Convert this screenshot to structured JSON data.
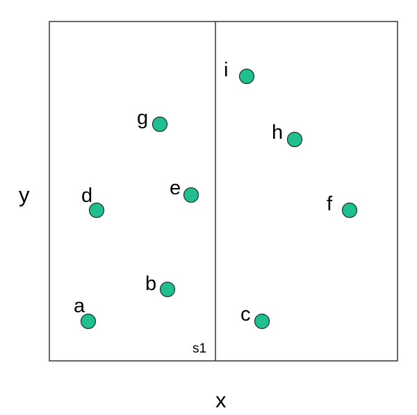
{
  "diagram": {
    "x_axis_label": "x",
    "y_axis_label": "y",
    "split_label": "s1",
    "point_color": "#1fbf8f",
    "points": [
      {
        "label": "a"
      },
      {
        "label": "b"
      },
      {
        "label": "c"
      },
      {
        "label": "d"
      },
      {
        "label": "e"
      },
      {
        "label": "f"
      },
      {
        "label": "g"
      },
      {
        "label": "h"
      },
      {
        "label": "i"
      }
    ]
  }
}
